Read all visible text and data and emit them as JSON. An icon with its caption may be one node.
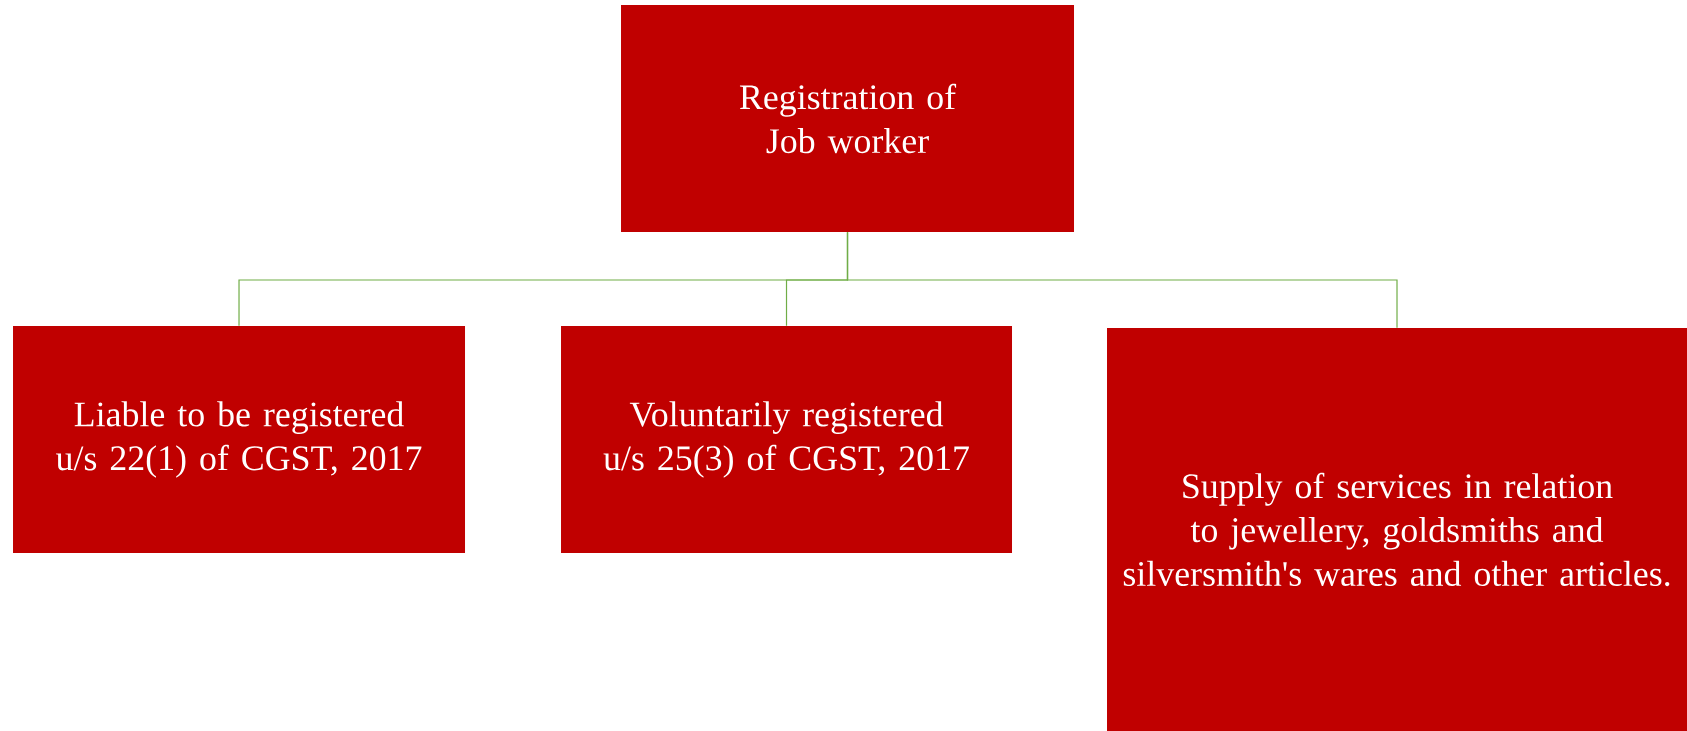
{
  "diagram": {
    "nodes": [
      {
        "text": [
          "Registration of Job worker"
        ]
      },
      {
        "text": [
          "Liable to be registered u/s 22(1) of CGST, 2017"
        ]
      },
      {
        "text": [
          "Voluntarily registered u/s 25(3) of CGST, 2017"
        ]
      },
      {
        "text": [
          "Supply of services in relation to jewellery, goldsmiths and silversmith's wares and other articles."
        ]
      }
    ],
    "edges": [
      {
        "from": 0,
        "to": 1,
        "arrow": "none"
      },
      {
        "from": 0,
        "to": 2,
        "arrow": "none"
      },
      {
        "from": 0,
        "to": 3,
        "arrow": "none"
      }
    ]
  }
}
